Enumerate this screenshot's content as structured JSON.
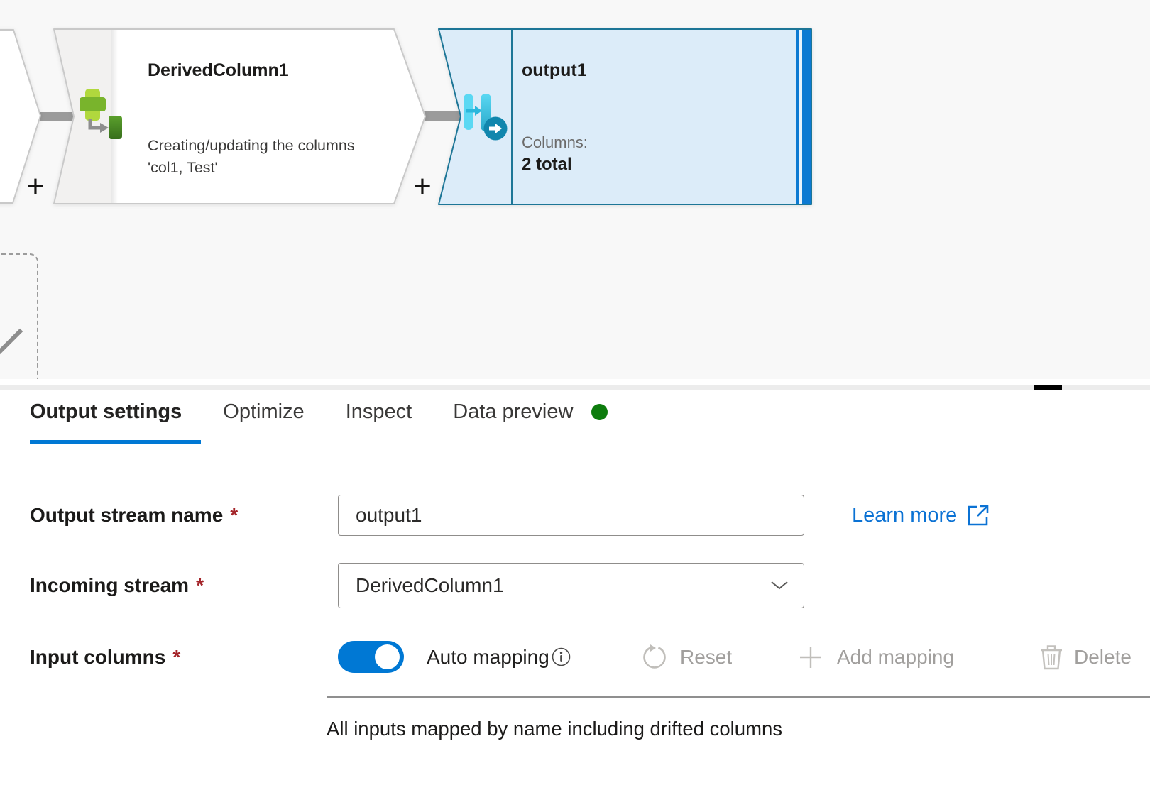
{
  "canvas": {
    "add_label": "+",
    "nodes": {
      "derived_column": {
        "title": "DerivedColumn1",
        "description_line1": "Creating/updating the columns",
        "description_line2": "'col1, Test'"
      },
      "sink": {
        "title": "output1",
        "columns_label": "Columns:",
        "columns_value": "2 total"
      }
    }
  },
  "panel": {
    "tabs": [
      {
        "label": "Output settings",
        "active": true
      },
      {
        "label": "Optimize",
        "active": false
      },
      {
        "label": "Inspect",
        "active": false
      },
      {
        "label": "Data preview",
        "active": false,
        "has_status_dot": true
      }
    ],
    "fields": {
      "output_stream_name": {
        "label": "Output stream name",
        "required_marker": "*",
        "value": "output1"
      },
      "incoming_stream": {
        "label": "Incoming stream",
        "required_marker": "*",
        "value": "DerivedColumn1"
      },
      "input_columns": {
        "label": "Input columns",
        "required_marker": "*",
        "toggle_label": "Auto mapping",
        "toggle_state": "on"
      }
    },
    "links": {
      "learn_more": "Learn more"
    },
    "actions": {
      "reset": "Reset",
      "add_mapping": "Add mapping",
      "delete": "Delete"
    },
    "info_text": "All inputs mapped by name including drifted columns"
  },
  "colors": {
    "accent_blue": "#0078d4",
    "link_blue": "#0b72d4",
    "sink_border_teal": "#1d7697",
    "sink_fill": "#dcecf9",
    "status_green": "#0d7c0d",
    "required_red": "#a4252a",
    "disabled_gray": "#a19f9d",
    "canvas_bg": "#f8f8f8"
  }
}
